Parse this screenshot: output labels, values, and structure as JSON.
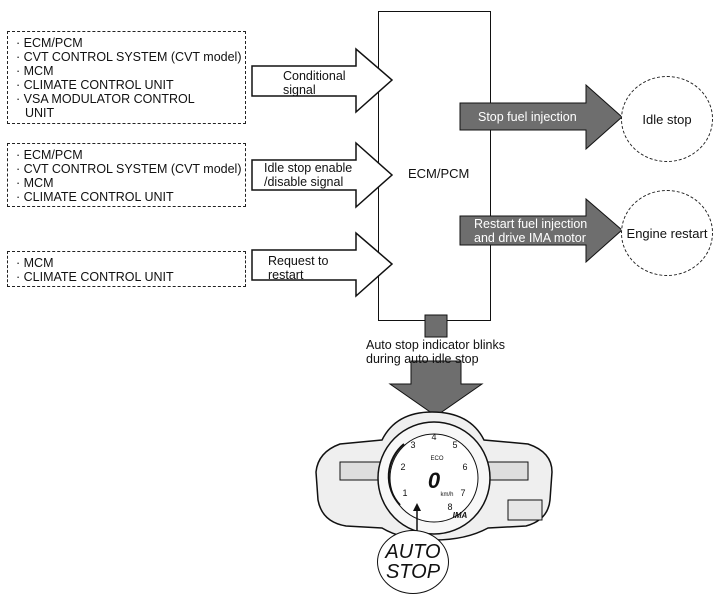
{
  "inputs": [
    {
      "items": [
        "ECM/PCM",
        "CVT CONTROL SYSTEM (CVT model)",
        "MCM",
        "CLIMATE CONTROL UNIT",
        "VSA MODULATOR CONTROL",
        "UNIT"
      ],
      "signal": [
        "Conditional",
        "signal"
      ]
    },
    {
      "items": [
        "ECM/PCM",
        "CVT CONTROL SYSTEM (CVT model)",
        "MCM",
        "CLIMATE CONTROL UNIT"
      ],
      "signal": [
        "Idle stop enable",
        "/disable signal"
      ]
    },
    {
      "items": [
        "MCM",
        "CLIMATE CONTROL UNIT"
      ],
      "signal": [
        "Request to",
        "restart"
      ]
    }
  ],
  "ecm_label": "ECM/PCM",
  "outputs": [
    {
      "action": [
        "Stop fuel injection"
      ],
      "result": "Idle stop"
    },
    {
      "action": [
        "Restart fuel injection",
        "and drive IMA motor"
      ],
      "result": "Engine restart"
    }
  ],
  "indicator_note": [
    "Auto stop indicator blinks",
    "during auto idle stop"
  ],
  "callout": [
    "AUTO",
    "STOP"
  ],
  "gauge": {
    "speed": "0",
    "unit": "km/h",
    "brand": "IMA",
    "eco": "ECO",
    "ticks": [
      "1",
      "2",
      "3",
      "4",
      "5",
      "6",
      "7",
      "8"
    ]
  },
  "colors": {
    "dark_arrow": "#6e6e6e",
    "ink": "#111111"
  }
}
